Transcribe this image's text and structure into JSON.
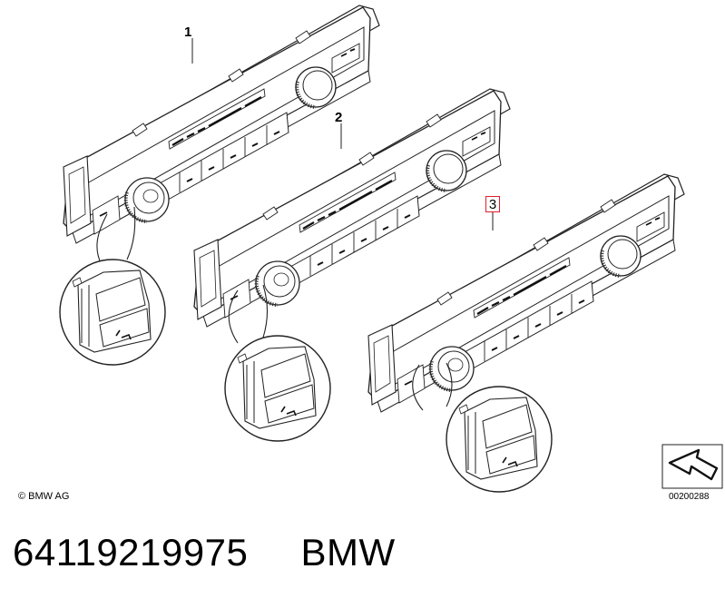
{
  "callouts": {
    "one": "1",
    "two": "2",
    "three": "3"
  },
  "copyright": "© BMW AG",
  "image_number": "00200288",
  "footer": {
    "part_number": "64119219975",
    "brand": "BMW"
  },
  "colors": {
    "line": "#222222",
    "highlight_border": "#e0202a",
    "background": "#ffffff"
  },
  "icons": [
    "climate-control-panel",
    "rotary-knob",
    "seat-heating-button",
    "detail-zoom-circle",
    "arrow-icon"
  ]
}
